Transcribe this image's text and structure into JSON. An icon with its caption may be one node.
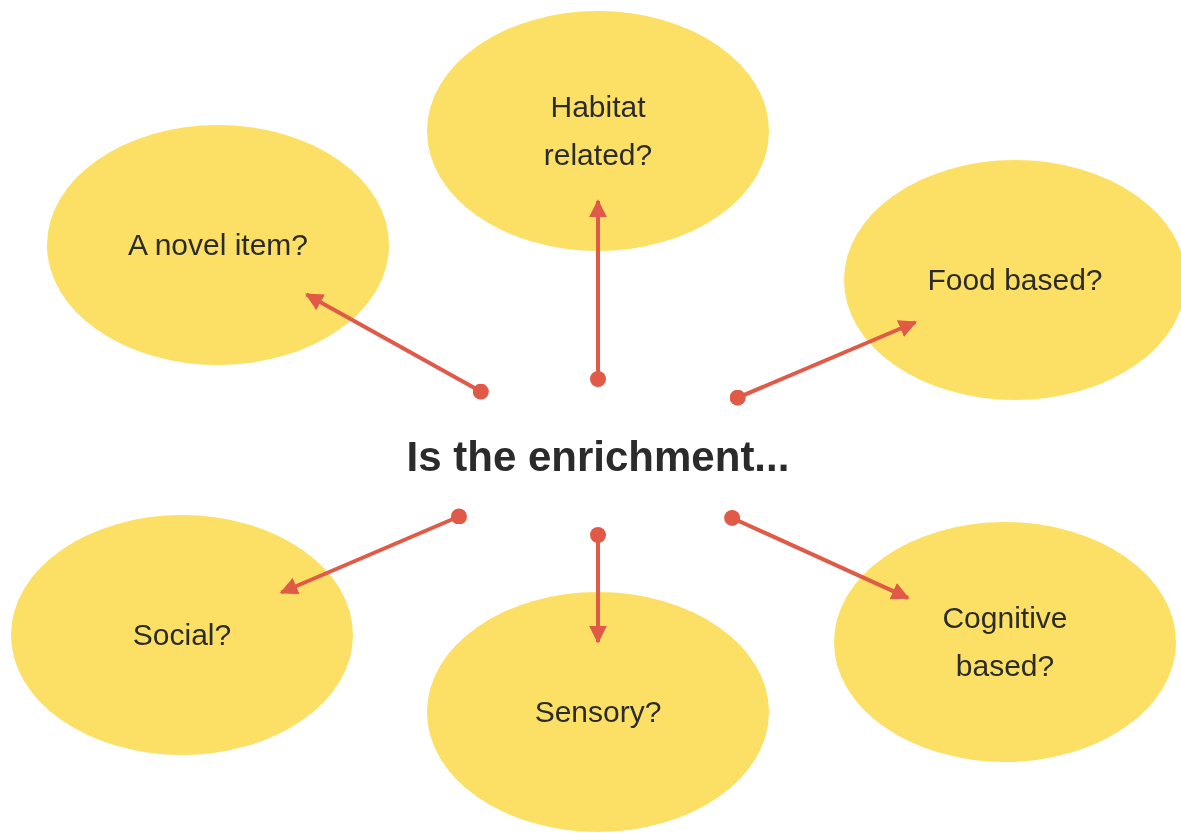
{
  "diagram": {
    "nodes": [
      {
        "text": [
          "Habitat related?"
        ]
      },
      {
        "text": [
          "A novel item?"
        ]
      },
      {
        "text": [
          "Food based?"
        ]
      },
      {
        "text": [
          "Is the enrichment..."
        ]
      },
      {
        "text": [
          "Social?"
        ]
      },
      {
        "text": [
          "Sensory?"
        ]
      },
      {
        "text": [
          "Cognitive based?"
        ]
      }
    ],
    "edges": [
      {
        "from": 3,
        "to": 0,
        "arrow": "to"
      },
      {
        "from": 3,
        "to": 1,
        "arrow": "to"
      },
      {
        "from": 3,
        "to": 2,
        "arrow": "to"
      },
      {
        "from": 3,
        "to": 4,
        "arrow": "to"
      },
      {
        "from": 3,
        "to": 5,
        "arrow": "to"
      },
      {
        "from": 3,
        "to": 6,
        "arrow": "to"
      }
    ]
  }
}
